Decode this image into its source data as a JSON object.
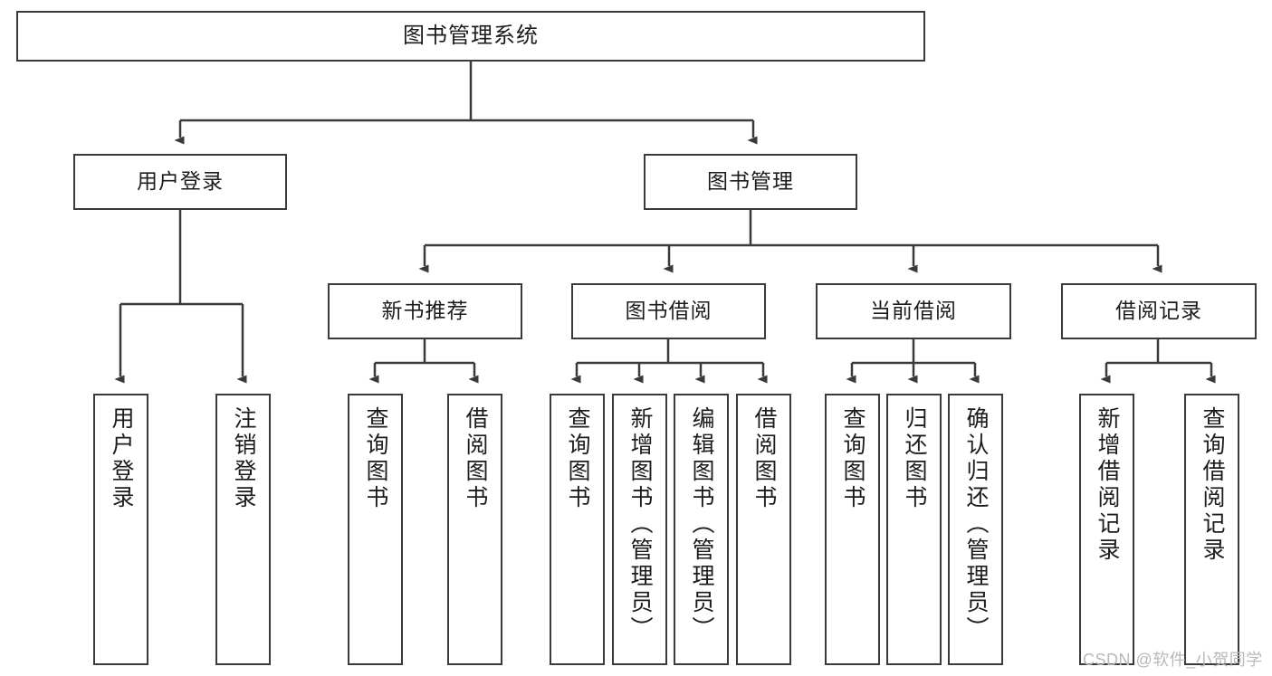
{
  "diagram": {
    "title": "图书管理系统",
    "type": "tree-hierarchy-diagram",
    "colors": {
      "box_border": "#3a3a3a",
      "box_fill": "#ffffff",
      "connector": "#3a3a3a",
      "text": "#1c1c1c",
      "watermark": "#b9b9b9",
      "background": "#ffffff"
    },
    "root": {
      "label": "图书管理系统"
    },
    "level2": [
      {
        "label": "用户登录"
      },
      {
        "label": "图书管理"
      }
    ],
    "level3": [
      {
        "label": "新书推荐"
      },
      {
        "label": "图书借阅"
      },
      {
        "label": "当前借阅"
      },
      {
        "label": "借阅记录"
      }
    ],
    "leaves": {
      "user_login": [
        {
          "label": "用户登录"
        },
        {
          "label": "注销登录"
        }
      ],
      "new_book_recommend": [
        {
          "label": "查询图书"
        },
        {
          "label": "借阅图书"
        }
      ],
      "book_borrow": [
        {
          "label": "查询图书"
        },
        {
          "label": "新增图书（管理员）"
        },
        {
          "label": "编辑图书（管理员）"
        },
        {
          "label": "借阅图书"
        }
      ],
      "current_borrow": [
        {
          "label": "查询图书"
        },
        {
          "label": "归还图书"
        },
        {
          "label": "确认归还（管理员）"
        }
      ],
      "borrow_record": [
        {
          "label": "新增借阅记录"
        },
        {
          "label": "查询借阅记录"
        }
      ]
    }
  },
  "watermark": {
    "text": "CSDN @软件_小贺同学"
  }
}
